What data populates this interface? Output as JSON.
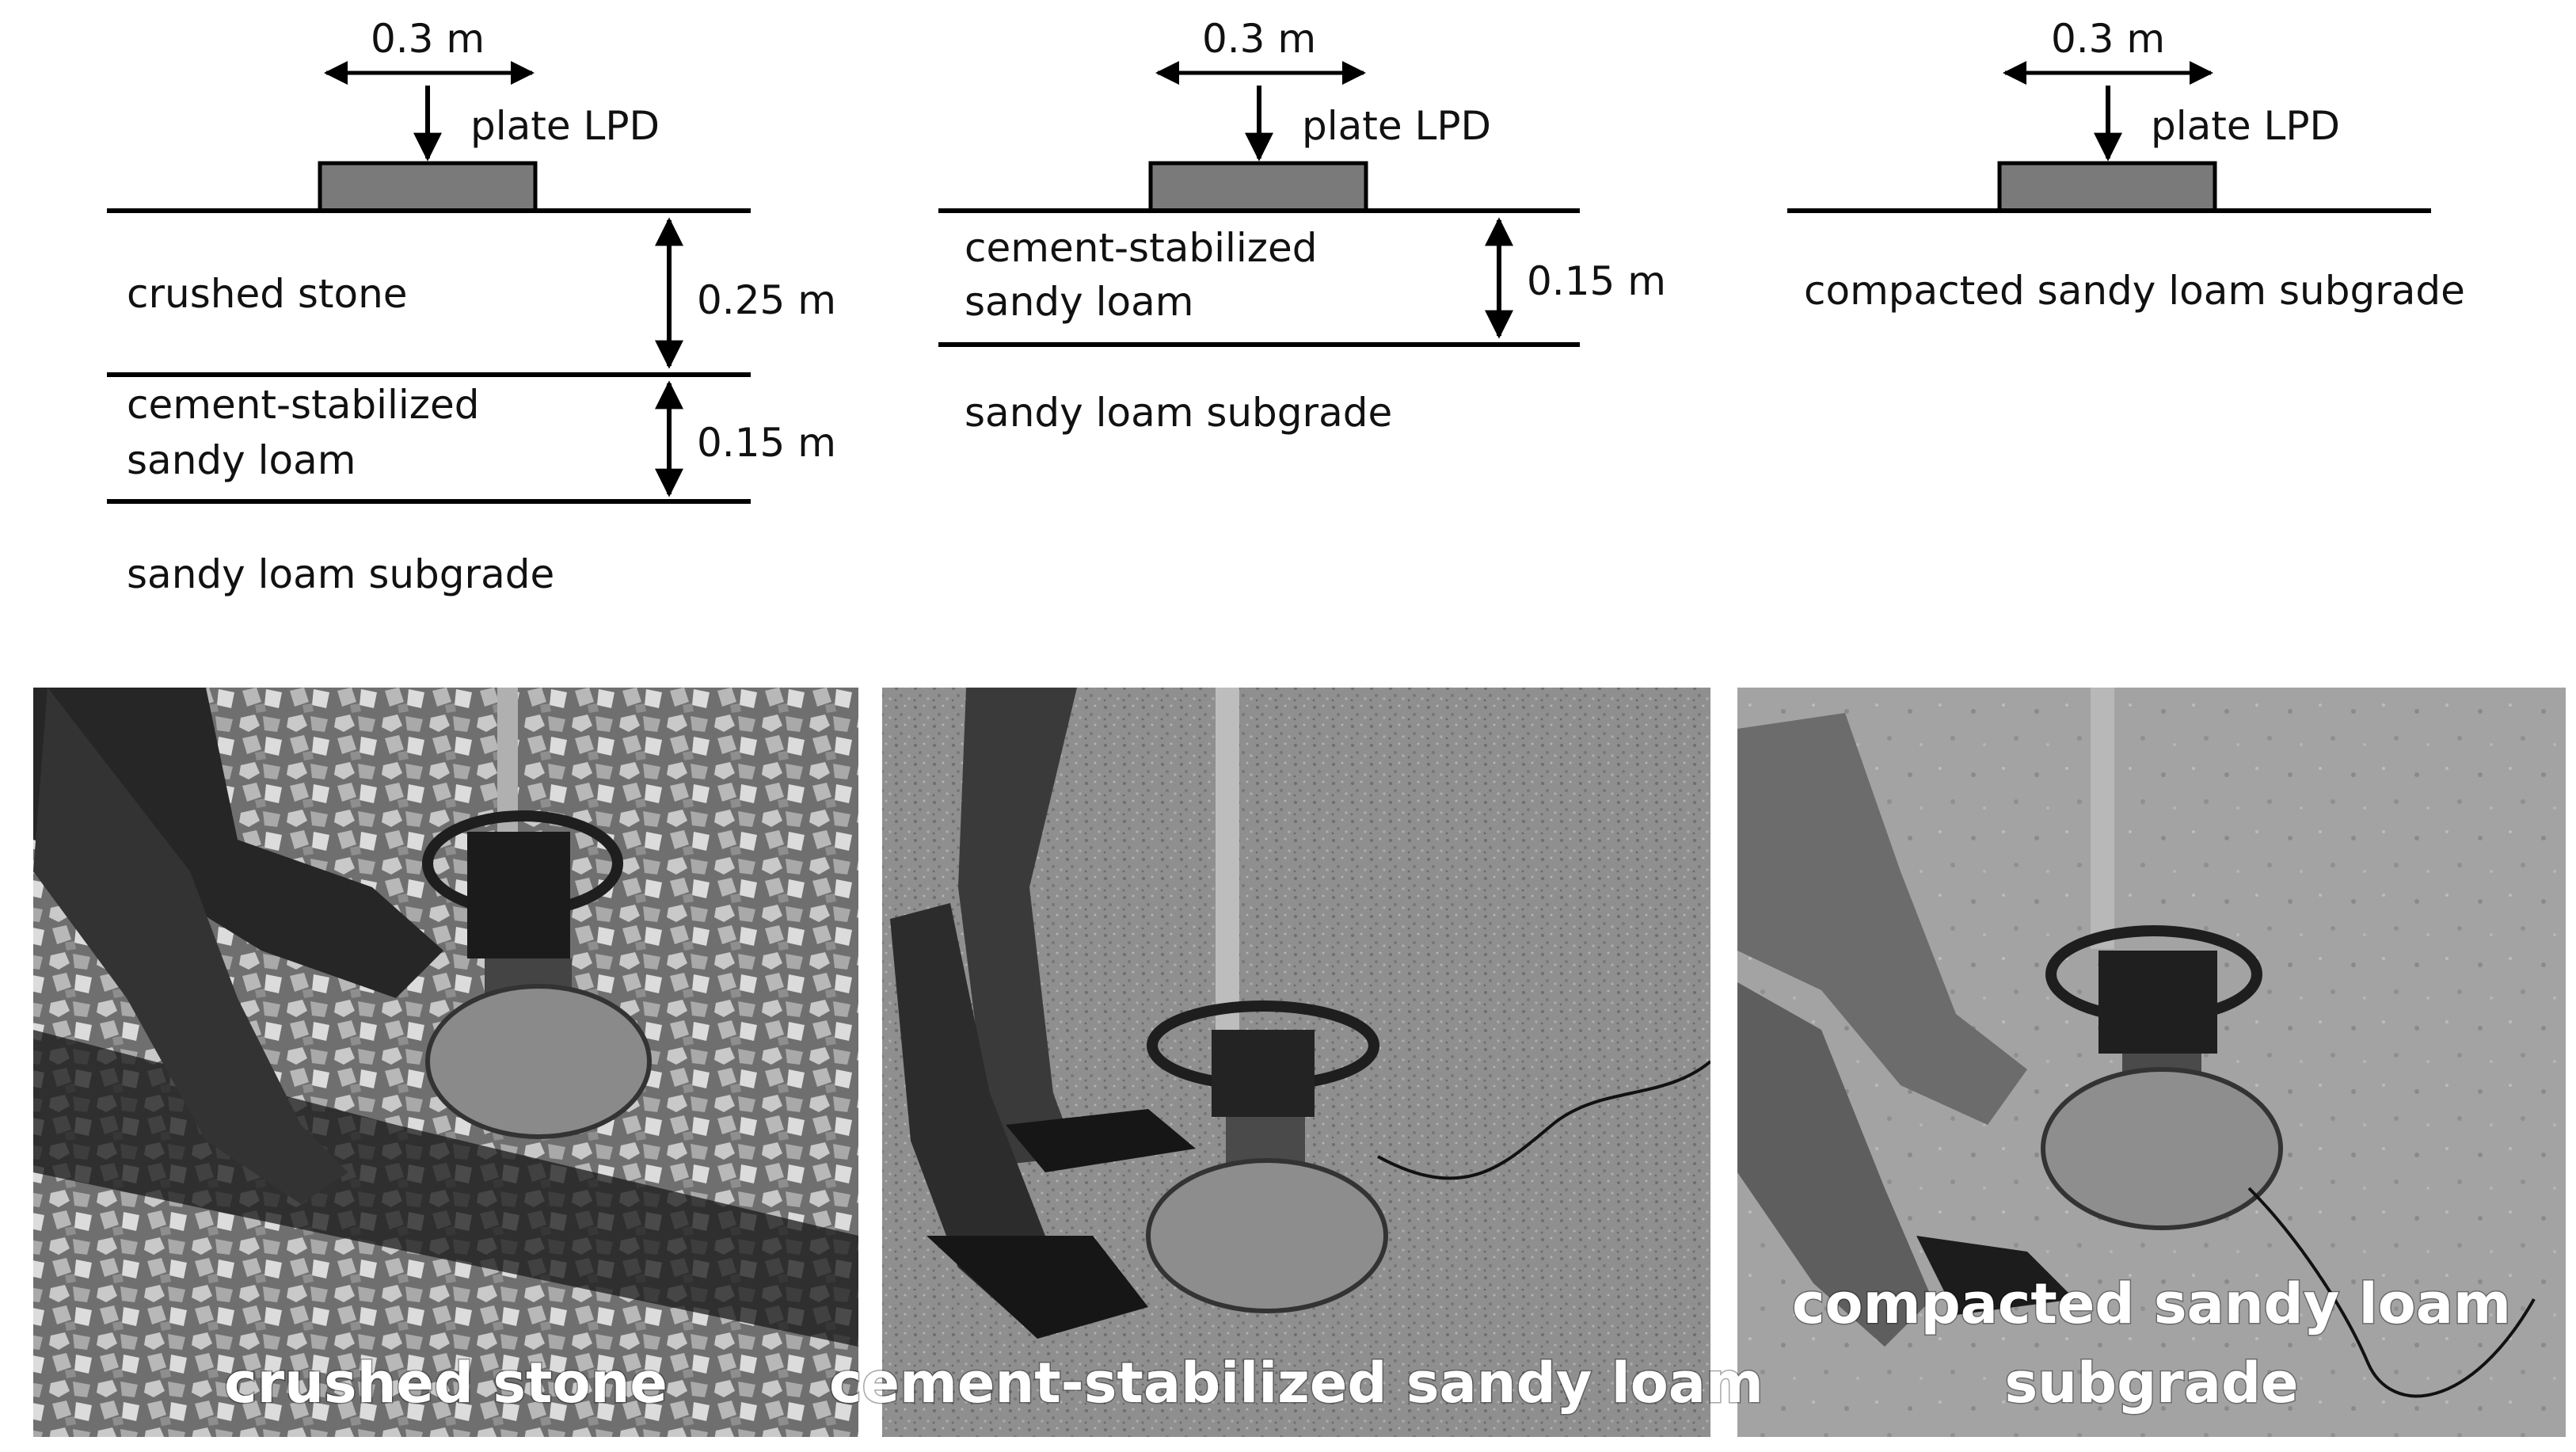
{
  "colors": {
    "plate": "#7a7a7a",
    "line": "#000000",
    "photo_gravel": "#8a8a8a",
    "photo_asphalt": "#9c9c9c",
    "photo_soil": "#a6a6a6"
  },
  "diagrams": [
    {
      "plate_width": "0.3 m",
      "load_label": "plate LPD",
      "layers": [
        {
          "name": "crushed stone",
          "thickness": "0.25 m"
        },
        {
          "name_line1": "cement-stabilized",
          "name_line2": "sandy loam",
          "thickness": "0.15 m"
        }
      ],
      "subgrade": "sandy loam subgrade"
    },
    {
      "plate_width": "0.3 m",
      "load_label": "plate LPD",
      "layers": [
        {
          "name_line1": "cement-stabilized",
          "name_line2": "sandy loam",
          "thickness": "0.15 m"
        }
      ],
      "subgrade": "sandy loam subgrade"
    },
    {
      "plate_width": "0.3 m",
      "load_label": "plate LPD",
      "subgrade": "compacted sandy loam subgrade"
    }
  ],
  "photos": [
    {
      "caption": "crushed stone",
      "icon": "lpd-device-on-crushed-stone-icon"
    },
    {
      "caption": "cement-stabilized sandy loam",
      "icon": "lpd-device-on-stabilized-loam-icon"
    },
    {
      "caption_line1": "compacted sandy loam",
      "caption_line2": "subgrade",
      "icon": "lpd-device-on-subgrade-icon"
    }
  ]
}
